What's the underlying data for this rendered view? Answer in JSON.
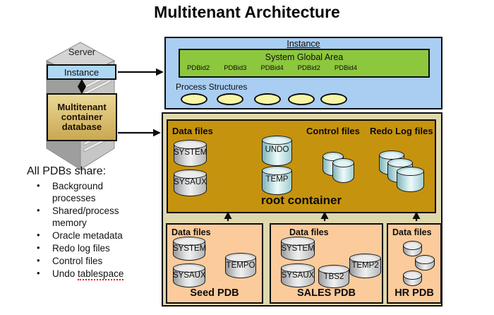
{
  "title": "Multitenant Architecture",
  "left": {
    "server_label": "Server",
    "instance_label": "Instance",
    "mcd_label": "Multitenant\ncontainer\ndatabase",
    "share": {
      "heading": "All PDBs share:",
      "items": [
        {
          "text": "Background processes"
        },
        {
          "text": "Shared/process memory"
        },
        {
          "text": "Oracle metadata"
        },
        {
          "text": "Redo log files"
        },
        {
          "text": "Control files"
        },
        {
          "text": "Undo ",
          "underlined": "tablespace"
        }
      ]
    }
  },
  "instance_panel": {
    "title": "Instance",
    "sga": {
      "title": "System Global Area",
      "pdbids": [
        "PDBid2",
        "PDBid3",
        "PDBid4",
        "PDBid2",
        "PDBid4"
      ]
    },
    "process_structures_label": "Process Structures",
    "process_ellipse_count": 5
  },
  "database_panel": {
    "root": {
      "data_files_label": "Data files",
      "control_files_label": "Control files",
      "redo_log_files_label": "Redo Log files",
      "cylinders": {
        "c1": "SYSTEM",
        "c2": "SYSAUX",
        "c3": "UNDO",
        "c4": "TEMP"
      },
      "control_cylinder_count": 2,
      "redo_cylinder_count": 3,
      "title": "root container"
    },
    "pdbs": [
      {
        "name": "Seed PDB",
        "data_files_label": "Data files",
        "cylinders": {
          "c1": "SYSTEM",
          "c2": "SYSAUX",
          "c3": "TEMPO"
        }
      },
      {
        "name": "SALES PDB",
        "data_files_label": "Data files",
        "cylinders": {
          "c1": "SYSTEM",
          "c2": "SYSAUX",
          "c3": "TBS2",
          "c4": "TEMP2"
        }
      },
      {
        "name": "HR PDB",
        "data_files_label": "Data files",
        "cylinder_count": 3
      }
    ]
  },
  "colors": {
    "instance_panel_bg": "#a9cef2",
    "left_instance_bg": "#aed7f3",
    "sga_bg": "#8dc73e",
    "process_ellipse_bg": "#f6f6a6",
    "outer_panel_bg": "#ded8ae",
    "root_bg": "#c6930f",
    "pdb_bg": "#fbcb9b",
    "mcd_top": "#ead896",
    "mcd_bottom": "#c9a851",
    "squiggle": "#dd0000"
  }
}
